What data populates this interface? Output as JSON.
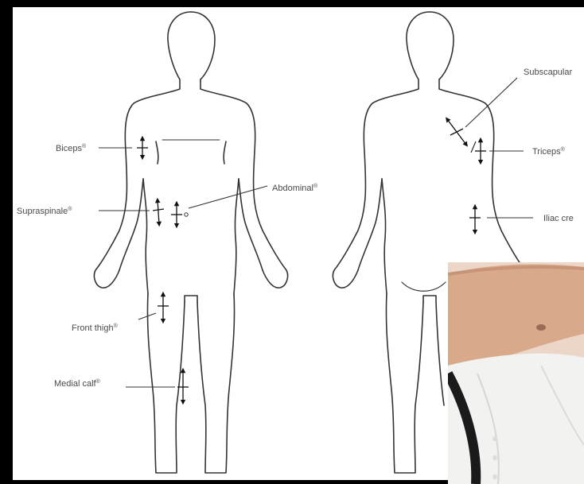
{
  "labels": {
    "biceps": "Biceps",
    "supraspinale": "Supraspinale",
    "abdominal": "Abdominal",
    "front_thigh": "Front thigh",
    "medial_calf": "Medial calf",
    "subscapular": "Subscapular",
    "triceps": "Triceps",
    "iliac_crest": "Iliac cre"
  },
  "registered_mark": "®",
  "photo": {
    "description_icon": "arm-photo",
    "skin_color": "#d9a98b",
    "coat_color": "#f2f2f0"
  }
}
